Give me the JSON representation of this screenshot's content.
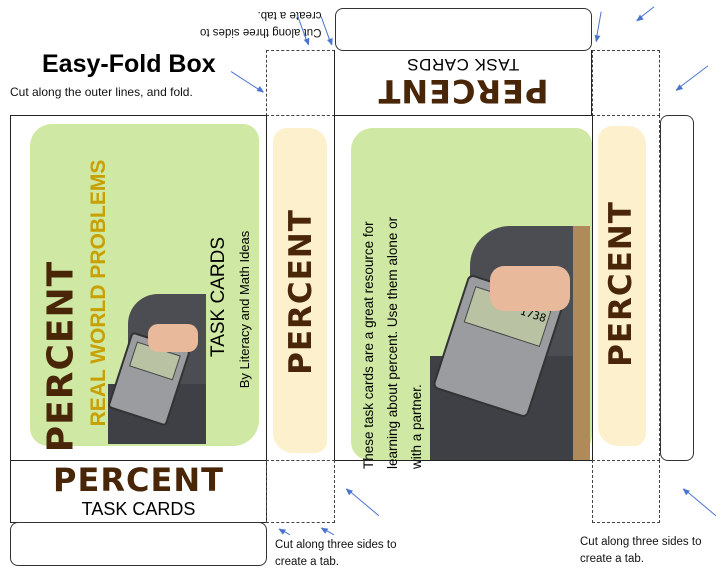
{
  "header": {
    "title": "Easy-Fold Box",
    "instruction": "Cut along the outer lines, and fold."
  },
  "tab_note": "Cut along three sides to create a tab.",
  "tab_note_lines": [
    "Cut along three sides to",
    "create a tab."
  ],
  "front": {
    "title": "PERCENT",
    "subtitle": "REAL WORLD PROBLEMS",
    "label": "TASK CARDS",
    "byline": "By Literacy and Math Ideas"
  },
  "spine": {
    "title": "PERCENT"
  },
  "back": {
    "description": "These task cards are a great resource for learning about percent. Use them alone or with a partner.",
    "description_lines": [
      "These task cards are a great resource for",
      "learning about percent. Use them alone or",
      "with a partner."
    ],
    "calculator_display": "1738"
  },
  "lid": {
    "title": "PERCENT",
    "label": "TASK CARDS"
  },
  "colors": {
    "brown": "#4a2608",
    "gold": "#c8a000",
    "green": "#cfe8a3",
    "cream": "#fdf0cd",
    "arrow": "#4a74d0"
  }
}
